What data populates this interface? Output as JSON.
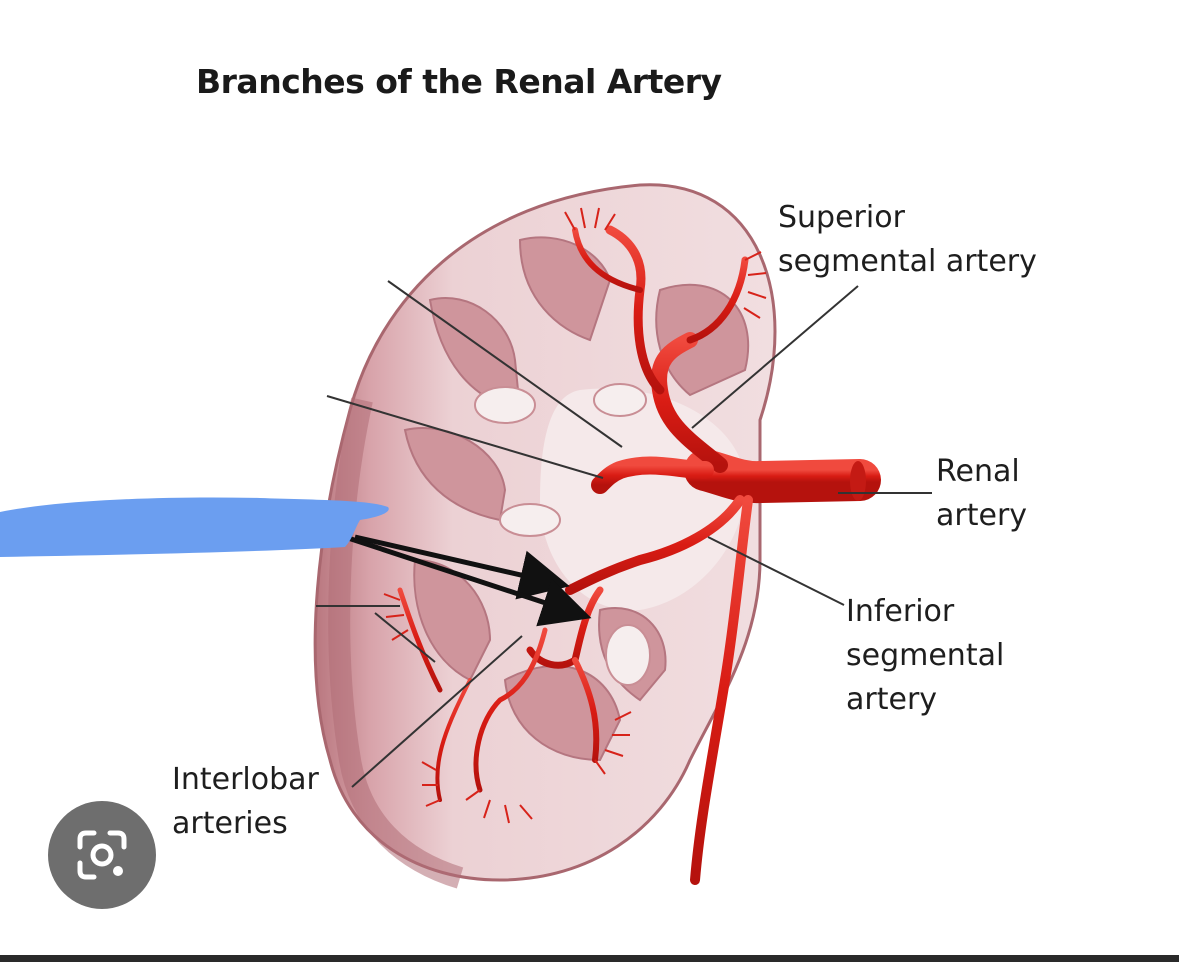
{
  "title": "Branches of the Renal Artery",
  "labels": {
    "superior": [
      "Superior",
      "segmental artery"
    ],
    "renal": [
      "Renal",
      "artery"
    ],
    "inferior": [
      "Inferior",
      "segmental",
      "artery"
    ],
    "interlobar": [
      "Interlobar",
      "arteries"
    ]
  },
  "colors": {
    "artery_red": "#e0241c",
    "kidney_pink": "#d9a3a8",
    "highlight_blue": "#6b9ef0"
  },
  "icons": {
    "lens": "google-lens-icon"
  }
}
